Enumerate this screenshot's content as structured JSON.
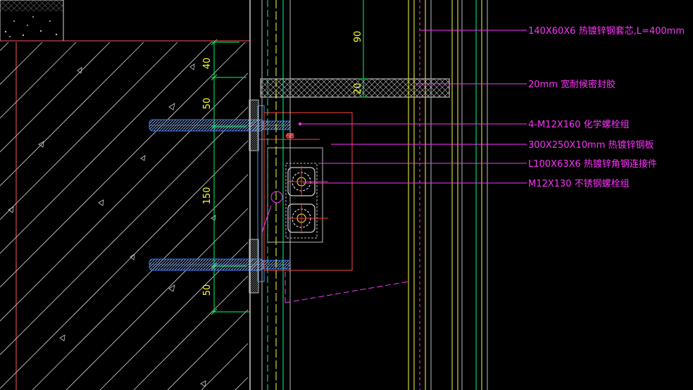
{
  "colors": {
    "background": "#000000",
    "concrete_hatch": "#d9d9d9",
    "wall_edge": "#ff5555",
    "dimension": "#00ff66",
    "dimension_text": "#ffff33",
    "callout": "#ff33ff",
    "bolt": "#3a7bff",
    "mullion": "#ffff33",
    "glass": "#00ff88",
    "steel_plate": "#ff4444",
    "angle_connector": "#33ff33"
  },
  "dimensions": {
    "d40": "40",
    "d50_top": "50",
    "d150": "150",
    "d50_bottom": "50",
    "d90": "90",
    "d20": "20",
    "d68": "68"
  },
  "callouts": [
    "140X60X6 热镀锌钢套芯,L=400mm",
    "20mm 宽耐候密封胶",
    "4-M12X160 化学螺栓组",
    "300X250X10mm 热镀锌钢板",
    "L100X63X6 热镀锌角钢连接件",
    "M12X130 不锈钢螺栓组"
  ]
}
